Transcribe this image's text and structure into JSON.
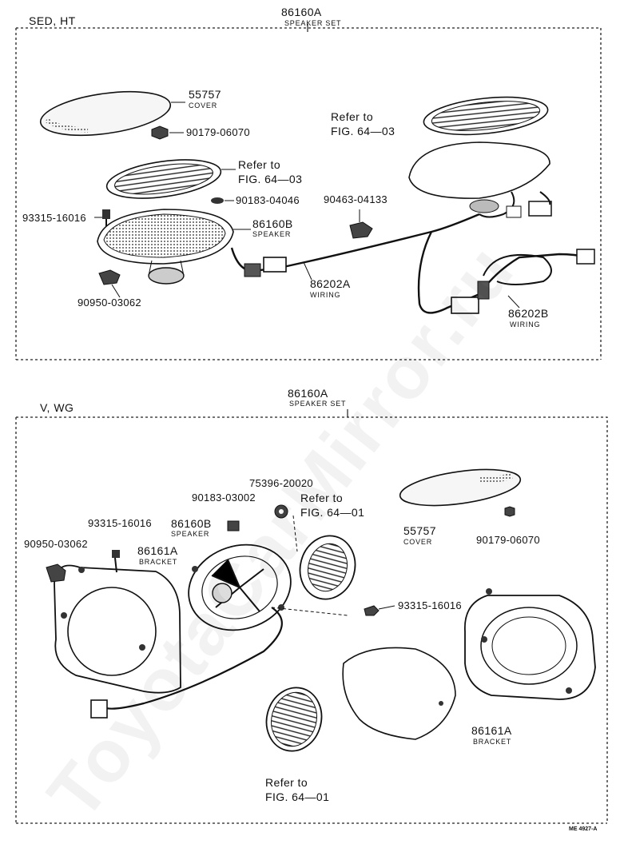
{
  "section_top": {
    "variant": "SED, HT",
    "set_part": "86160A",
    "set_name": "SPEAKER SET",
    "cover_part": "55757",
    "cover_name": "COVER",
    "nut_part": "90179-06070",
    "refer1_a": "Refer to",
    "refer1_b": "FIG. 64—03",
    "refer2_a": "Refer to",
    "refer2_b": "FIG. 64—03",
    "clip_part": "90183-04046",
    "clamp_part": "90463-04133",
    "screw_part": "93315-16016",
    "speaker_part": "86160B",
    "speaker_name": "SPEAKER",
    "wiring_a_part": "86202A",
    "wiring_a_name": "WIRING",
    "wiring_b_part": "86202B",
    "wiring_b_name": "WIRING",
    "nut2_part": "90950-03062"
  },
  "section_bottom": {
    "variant": "V, WG",
    "set_part": "86160A",
    "set_name": "SPEAKER SET",
    "grommet_part": "75396-20020",
    "clip_part": "90183-03002",
    "refer_a": "Refer to",
    "refer_b": "FIG. 64—01",
    "screw_part": "93315-16016",
    "speaker_part": "86160B",
    "speaker_name": "SPEAKER",
    "nut_part": "90950-03062",
    "bracket_part": "86161A",
    "bracket_name": "BRACKET",
    "cover_part": "55757",
    "cover_name": "COVER",
    "nut2_part": "90179-06070",
    "screw2_part": "93315-16016",
    "bracket2_part": "86161A",
    "bracket2_name": "BRACKET",
    "refer2_a": "Refer to",
    "refer2_b": "FIG. 64—01"
  },
  "watermark": "ToyotaCarMirror.ru",
  "drawing_code": "ME 4927-A"
}
